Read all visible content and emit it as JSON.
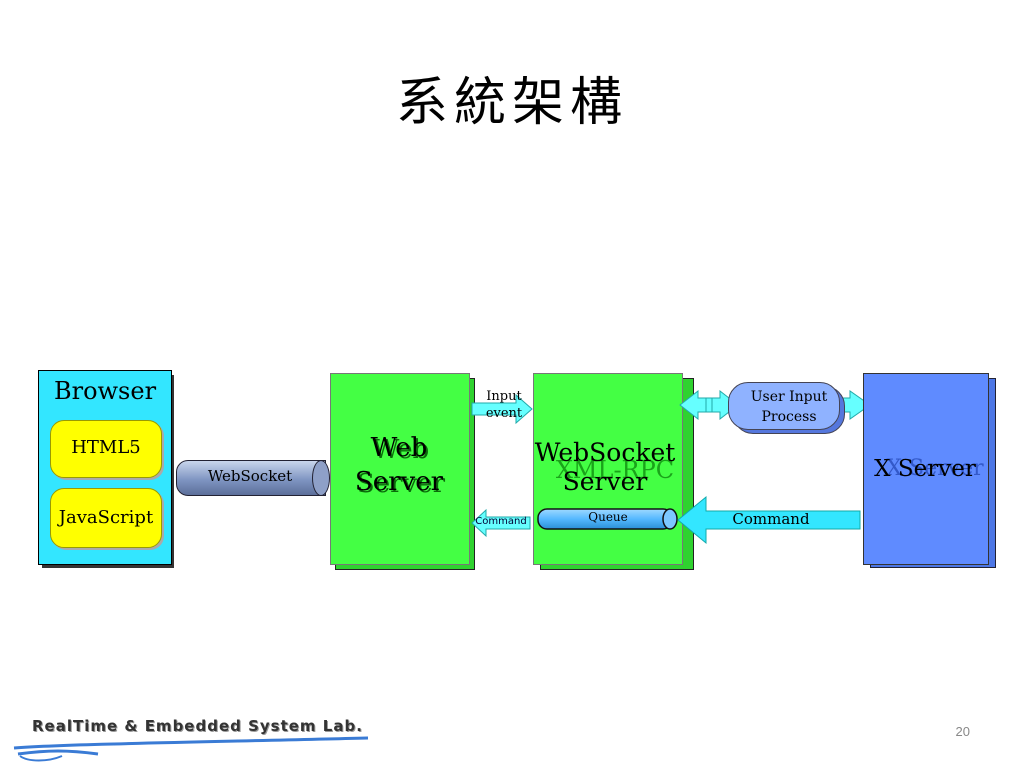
{
  "slide": {
    "title": "系統架構",
    "page_number": "20"
  },
  "browser": {
    "label": "Browser",
    "html5": "HTML5",
    "javascript": "JavaScript"
  },
  "pipe": {
    "label": "WebSocket"
  },
  "web_server": {
    "line1": "Web",
    "line2": "Server"
  },
  "ws_server": {
    "line1": "WebSocket",
    "line2": "Server",
    "shadow_text": "XML-RPC"
  },
  "input_event": {
    "line1": "Input",
    "line2": "event"
  },
  "command_small": "Command",
  "queue": "Queue",
  "command_arrow": "Command",
  "user_input": {
    "line1": "User Input",
    "line2": "Process"
  },
  "x_server": {
    "label": "X Server"
  },
  "footer": {
    "lab_name": "RealTime & Embedded System Lab."
  },
  "colors": {
    "browser": "#33e6ff",
    "pill": "#ffff00",
    "green": "#44ff44",
    "blue": "#5f8bff",
    "arrow": "#66ffff"
  }
}
